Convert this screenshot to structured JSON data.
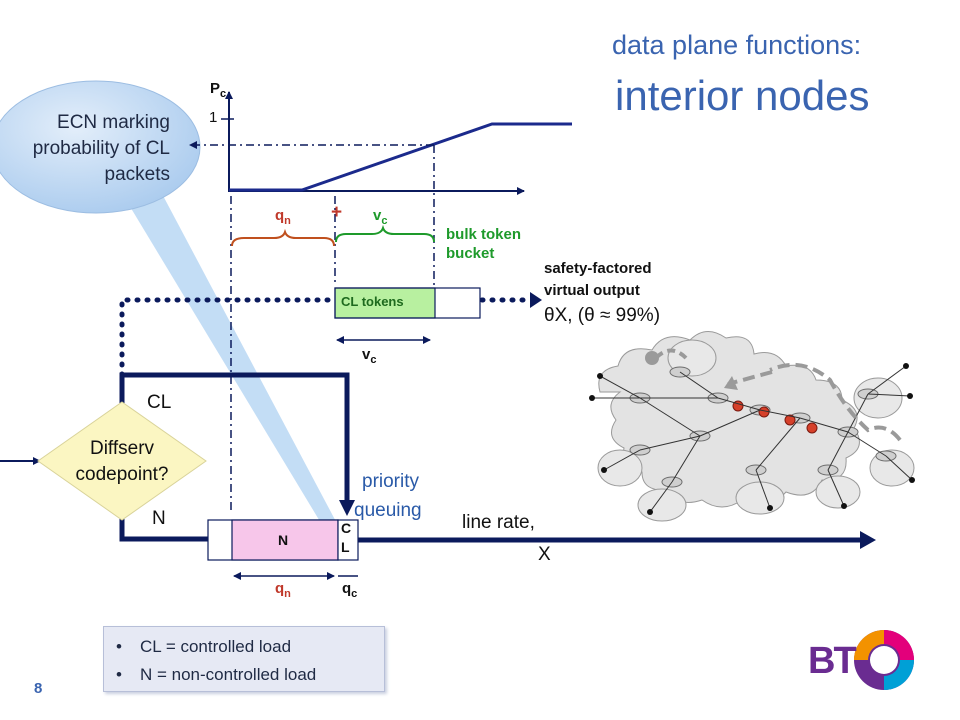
{
  "title": {
    "line1": "data plane functions:",
    "line2": "interior nodes"
  },
  "callout": {
    "ecn": "ECN marking probability of CL packets"
  },
  "graph": {
    "y_label": "P",
    "y_label_sub": "c",
    "tick_one": "1"
  },
  "formula": {
    "qn": "q",
    "qn_sub": "n",
    "plus": "+",
    "vc": "v",
    "vc_sub": "c"
  },
  "bucket": {
    "label": "bulk token bucket",
    "tokens": "CL tokens",
    "vc": "v",
    "vc_sub": "c"
  },
  "virtual_output": {
    "line1": "safety-factored",
    "line2": "virtual output",
    "formula": "θX, (θ ≈ 99%)"
  },
  "classifier": {
    "diamond": "Diffserv codepoint?",
    "cl": "CL",
    "n": "N"
  },
  "queues": {
    "n_queue": "N",
    "cl_queue_c": "C",
    "cl_queue_l": "L",
    "qn": "q",
    "qn_sub": "n",
    "qc": "q",
    "qc_sub": "c"
  },
  "priority": {
    "line1": "priority",
    "line2": "queuing"
  },
  "output": {
    "line1": "line rate,",
    "line2": "X"
  },
  "legend": {
    "item1": "CL = controlled load",
    "item2": "N = non-controlled load"
  },
  "footer": {
    "page": "8",
    "logo": "BT"
  },
  "colors": {
    "accent": "#3a64b0",
    "line": "#0b1a5c",
    "green": "#1e9a2b",
    "red": "#c0392b",
    "callout": "#c6dcf3",
    "diamond": "#fbf6c2",
    "n_queue": "#f7c6ea"
  }
}
